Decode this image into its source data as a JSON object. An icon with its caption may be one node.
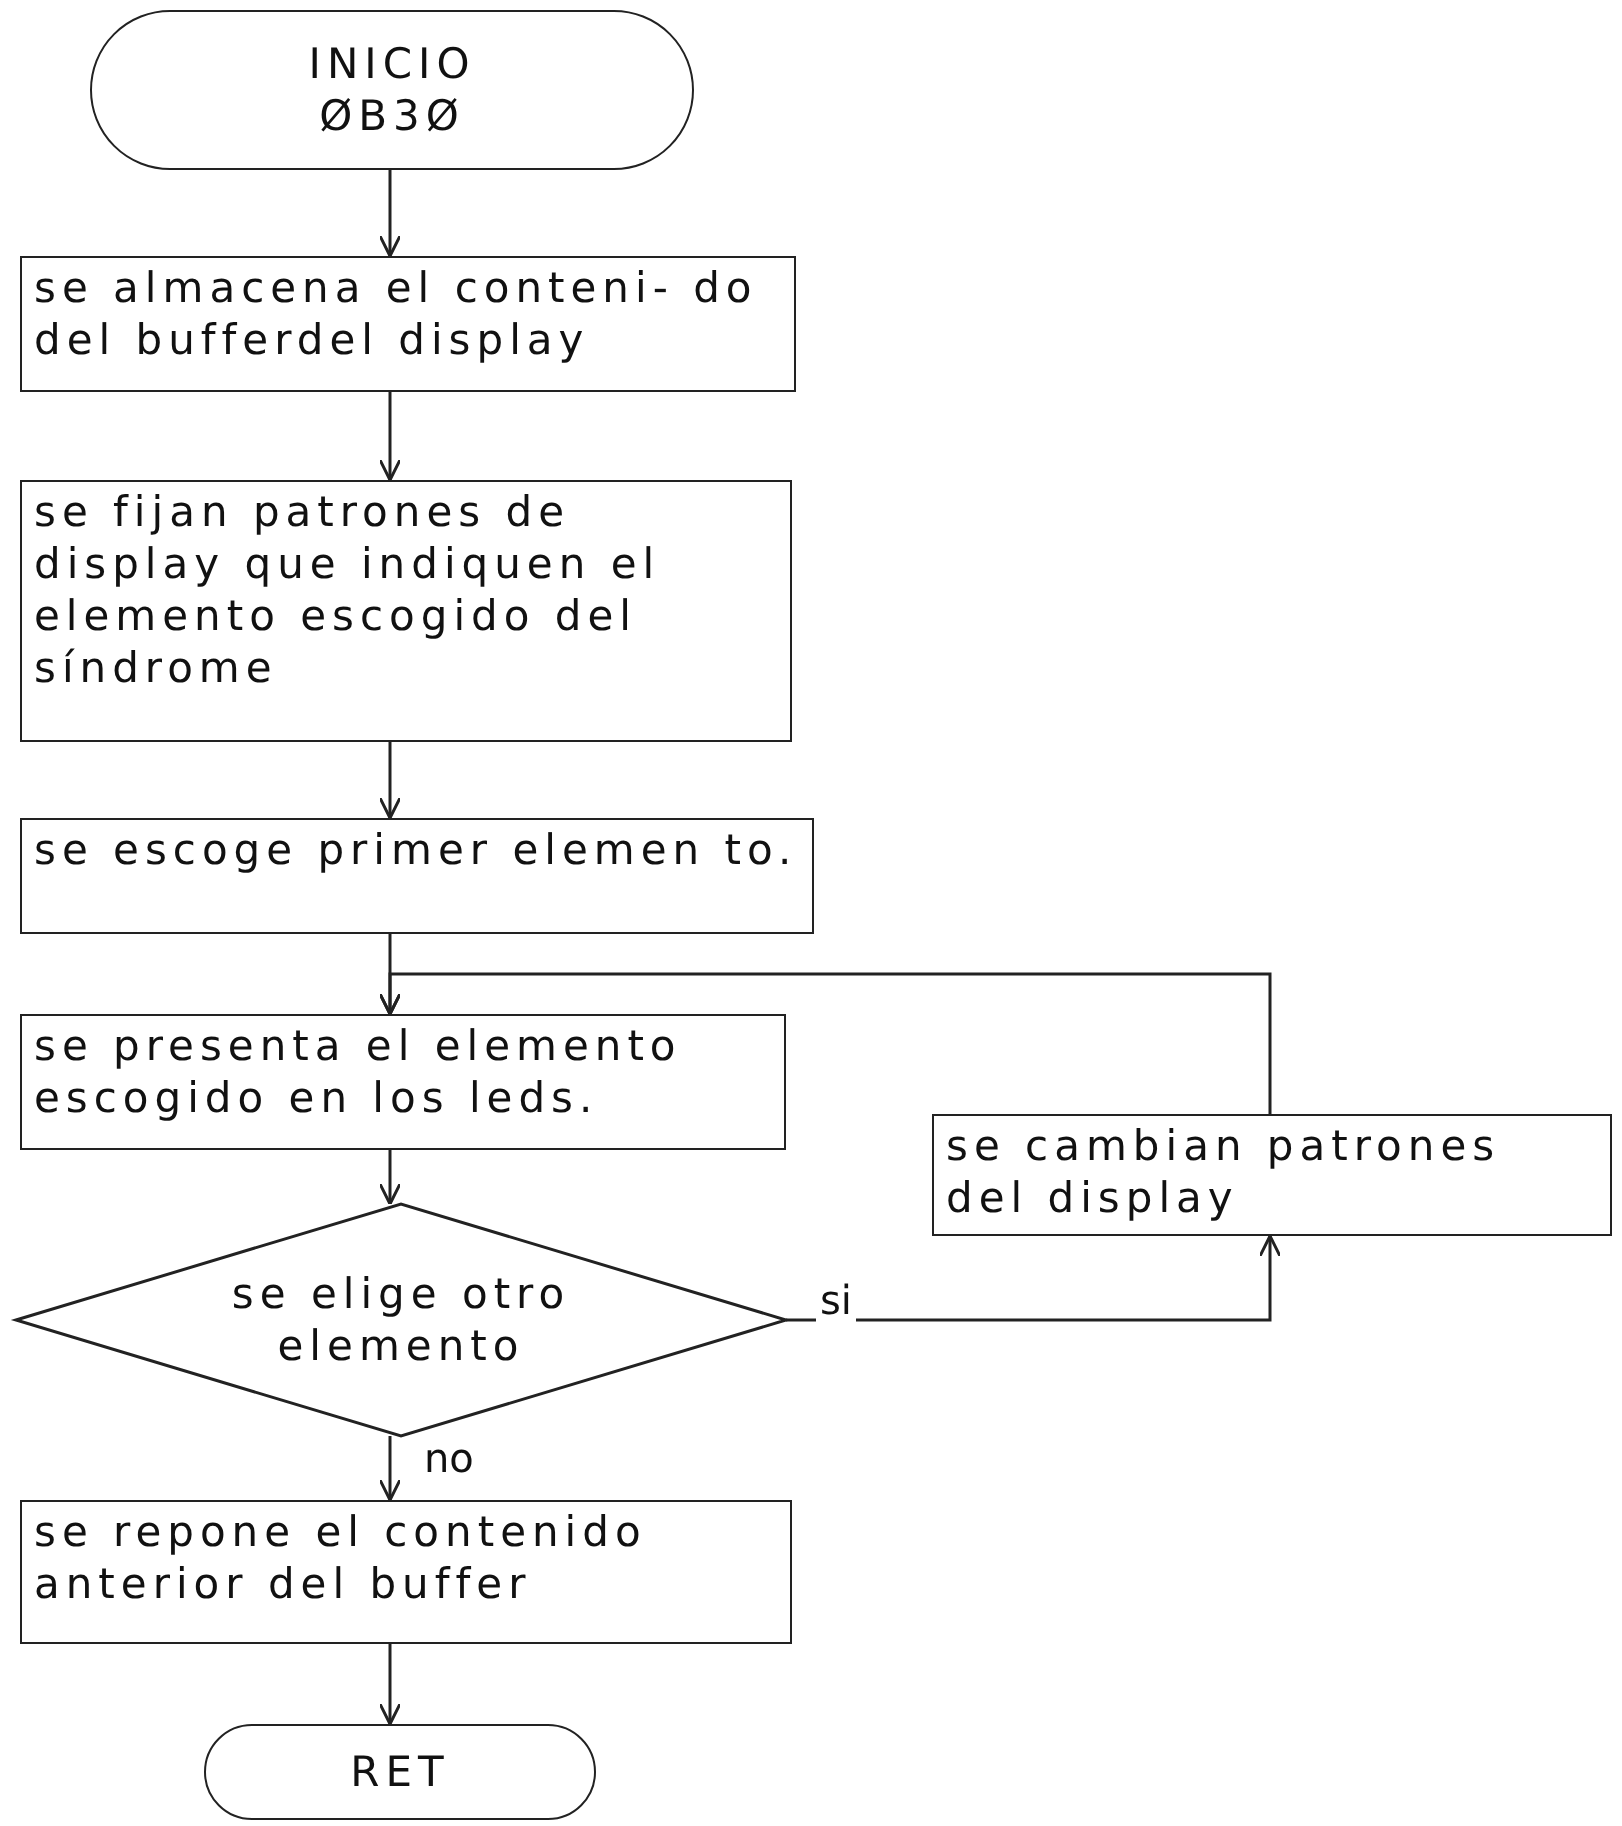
{
  "diagram": {
    "nodes": [
      {
        "text": [
          "INICIO ØB3Ø"
        ]
      },
      {
        "text": [
          "se almacena el conteni- do del bufferdel display"
        ]
      },
      {
        "text": [
          "se fijan patrones de display que indiquen el elemento escogido del síndrome"
        ]
      },
      {
        "text": [
          "se escoge primer elemen to."
        ]
      },
      {
        "text": [
          "se presenta el elemento escogido en los leds."
        ]
      },
      {
        "text": [
          "se elige otro elemento"
        ]
      },
      {
        "text": [
          "se cambian patrones del display"
        ]
      },
      {
        "text": [
          "se repone el contenido anterior del buffer"
        ]
      },
      {
        "text": [
          "RET"
        ]
      }
    ],
    "edges": [
      {
        "from": 0,
        "to": 1,
        "arrow": "to"
      },
      {
        "from": 1,
        "to": 2,
        "arrow": "to"
      },
      {
        "from": 2,
        "to": 3,
        "arrow": "to"
      },
      {
        "from": 3,
        "to": 4,
        "arrow": "to"
      },
      {
        "from": 4,
        "to": 5,
        "arrow": "to"
      },
      {
        "from": 5,
        "to": 6,
        "arrow": "to",
        "label": "si"
      },
      {
        "from": 6,
        "to": 4,
        "arrow": "to"
      },
      {
        "from": 5,
        "to": 7,
        "arrow": "to",
        "label": "no"
      },
      {
        "from": 7,
        "to": 8,
        "arrow": "to"
      }
    ]
  }
}
